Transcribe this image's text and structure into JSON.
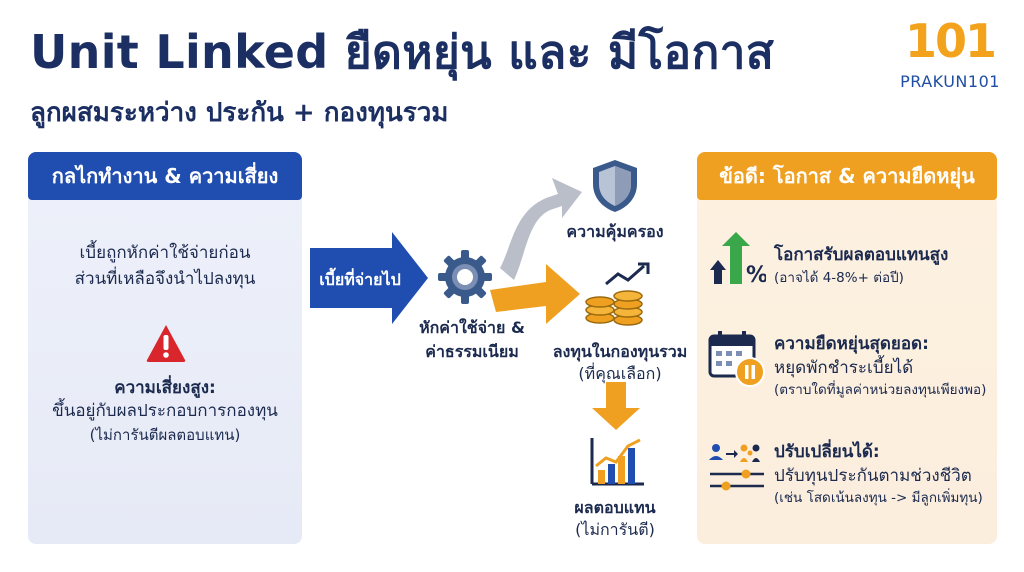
{
  "header": {
    "title": "Unit Linked ยืดหยุ่น และ มีโอกาส",
    "subtitle": "ลูกผสมระหว่าง ประกัน + กองทุนรวม"
  },
  "logo": {
    "number": "101",
    "text": "PRAKUN101"
  },
  "left_panel": {
    "title": "กลไกทำงาน & ความเสี่ยง",
    "line1": "เบี้ยถูกหักค่าใช้จ่ายก่อน",
    "line2": "ส่วนที่เหลือจึงนำไปลงทุน",
    "risk_title": "ความเสี่ยงสูง:",
    "risk_line1": "ขึ้นอยู่กับผลประกอบการกองทุน",
    "risk_line2": "(ไม่การันตีผลตอบแทน)"
  },
  "flow": {
    "premium_label": "เบี้ยที่จ่ายไป",
    "fees_line1": "หักค่าใช้จ่าย &",
    "fees_line2": "ค่าธรรมเนียม",
    "protection_label": "ความคุ้มครอง",
    "invest_line1": "ลงทุนในกองทุนรวม",
    "invest_line2": "(ที่คุณเลือก)",
    "return_line1": "ผลตอบแทน",
    "return_line2": "(ไม่การันตี)"
  },
  "right_panel": {
    "title": "ข้อดี: โอกาส & ความยืดหยุ่น",
    "benefits": [
      {
        "title": "โอกาสรับผลตอบแทนสูง",
        "line": "",
        "sub": "(อาจได้ 4-8%+ ต่อปี)",
        "icon": "growth-percent-icon"
      },
      {
        "title": "ความยืดหยุ่นสุดยอด:",
        "line": "หยุดพักชำระเบี้ยได้",
        "sub": "(ตราบใดที่มูลค่าหน่วยลงทุนเพียงพอ)",
        "icon": "calendar-pause-icon"
      },
      {
        "title": "ปรับเปลี่ยนได้:",
        "line": "ปรับทุนประกันตามช่วงชีวิต",
        "sub": "(เช่น โสดเน้นลงทุน -> มีลูกเพิ่มทุน)",
        "icon": "family-sliders-icon"
      }
    ]
  },
  "colors": {
    "navy": "#1c2f63",
    "blue": "#1f4db0",
    "orange": "#f0a020",
    "gray": "#b9bec8",
    "red": "#d8262c"
  }
}
